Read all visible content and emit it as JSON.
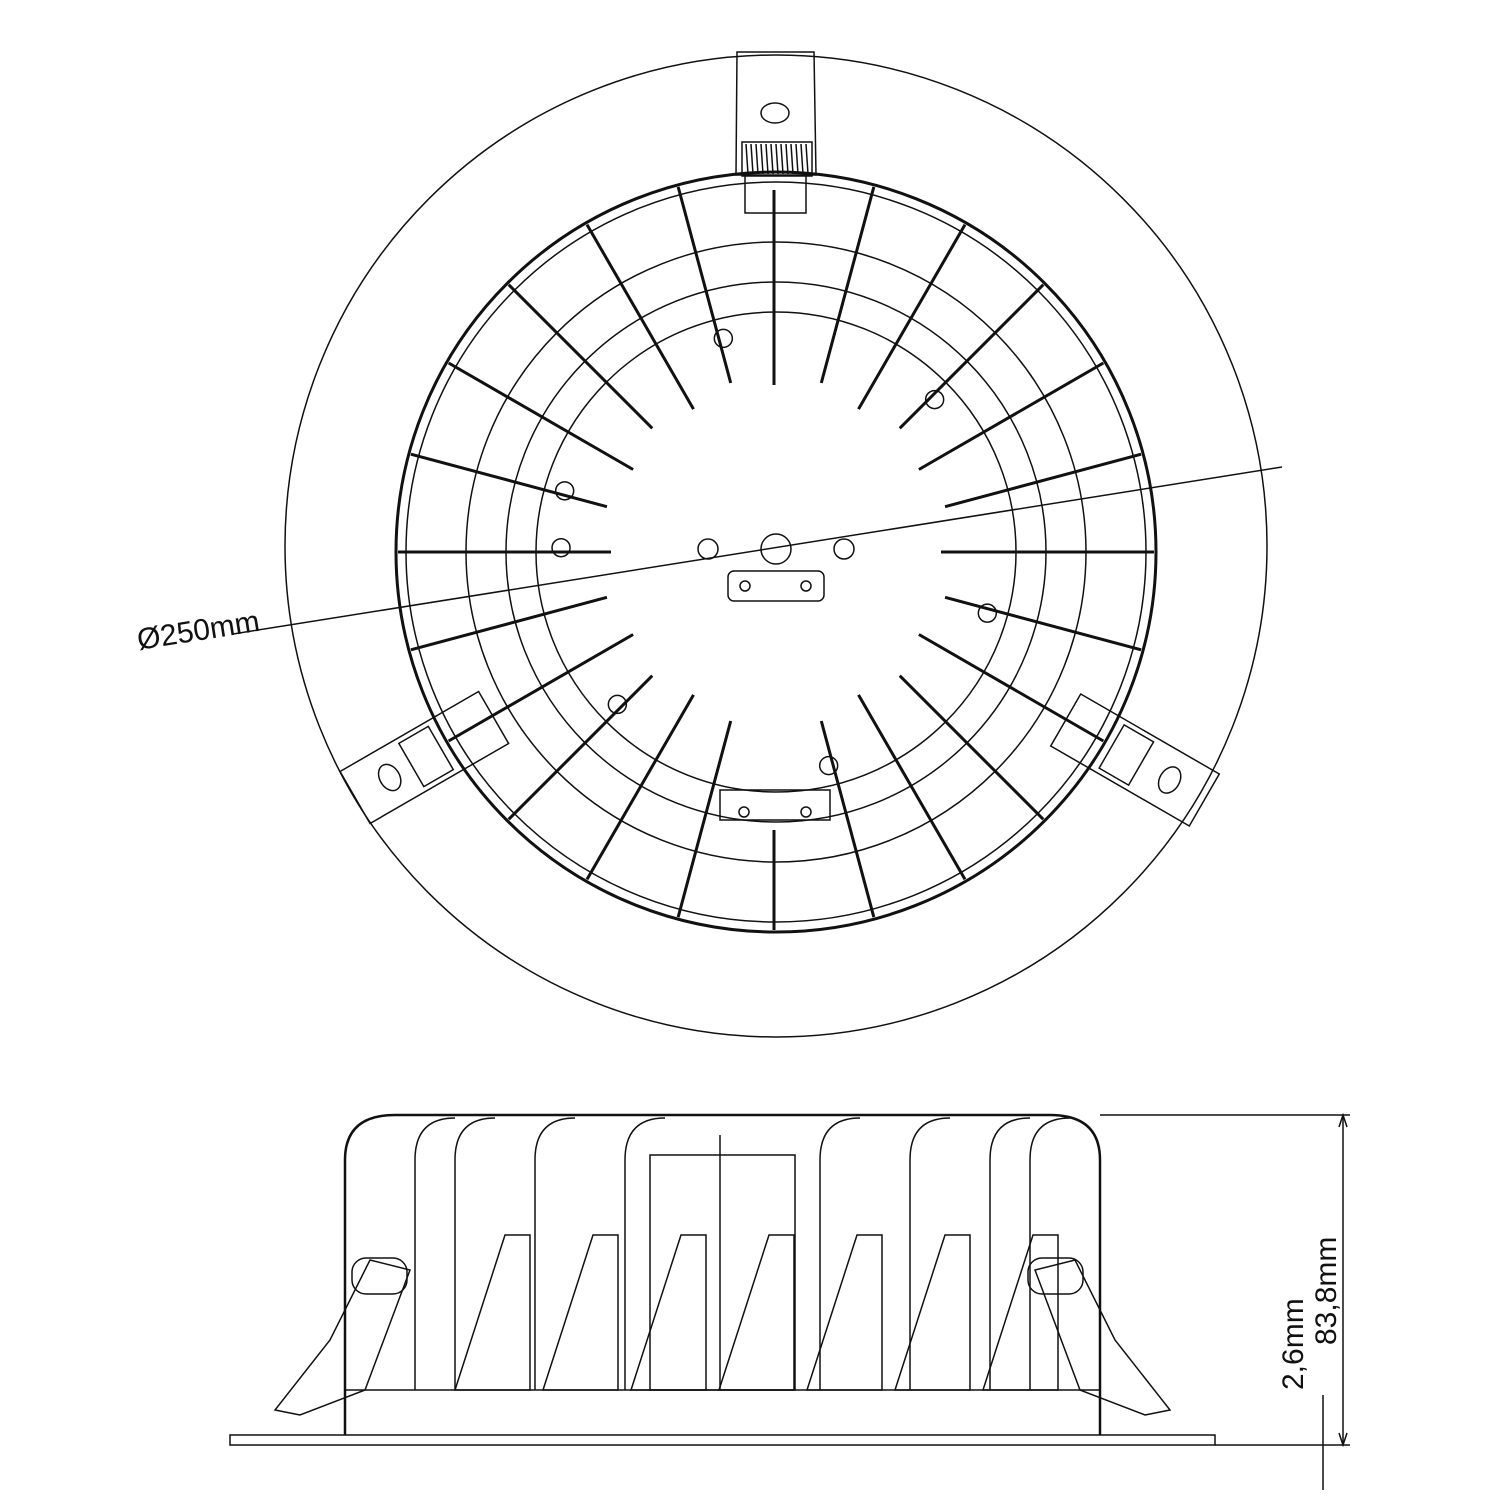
{
  "dimensions": {
    "diameter": "Ø250mm",
    "height": "83,8mm",
    "flange": "2,6mm"
  },
  "colors": {
    "line": "#111111",
    "background": "#ffffff"
  }
}
